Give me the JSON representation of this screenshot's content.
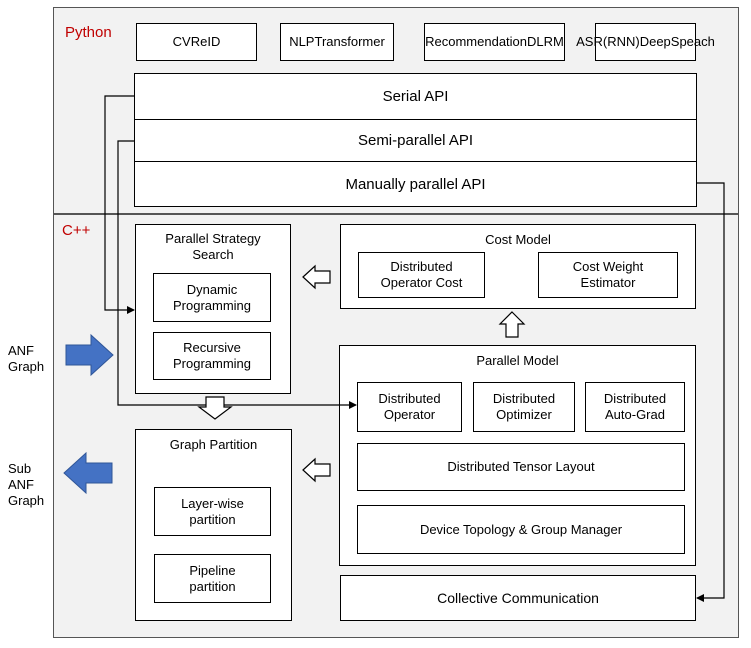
{
  "python": {
    "label": "Python",
    "models": [
      {
        "line1": "CV",
        "line2": "ReID"
      },
      {
        "line1": "NLP",
        "line2": "Transformer"
      },
      {
        "line1": "Recommendation",
        "line2": "DLRM"
      },
      {
        "line1": "ASR(RNN)",
        "line2": "DeepSpeach"
      }
    ],
    "apis": [
      "Serial API",
      "Semi-parallel API",
      "Manually parallel API"
    ]
  },
  "cpp": {
    "label": "C++",
    "strategy_search": {
      "title": "Parallel Strategy\nSearch",
      "items": [
        "Dynamic\nProgramming",
        "Recursive\nProgramming"
      ]
    },
    "cost_model": {
      "title": "Cost Model",
      "items": [
        "Distributed\nOperator Cost",
        "Cost Weight\nEstimator"
      ]
    },
    "parallel_model": {
      "title": "Parallel Model",
      "items": [
        "Distributed\nOperator",
        "Distributed\nOptimizer",
        "Distributed\nAuto-Grad"
      ],
      "layout": "Distributed Tensor Layout",
      "topology": "Device Topology & Group Manager"
    },
    "graph_partition": {
      "title": "Graph Partition",
      "items": [
        "Layer-wise\npartition",
        "Pipeline\npartition"
      ]
    },
    "collective": "Collective Communication"
  },
  "inputs": {
    "anf_graph": "ANF\nGraph",
    "sub_anf_graph": "Sub\nANF\nGraph"
  },
  "colors": {
    "python_label": "#c00000",
    "region_fill": "#f2f2f2",
    "blue_arrow": "#4472c4"
  }
}
